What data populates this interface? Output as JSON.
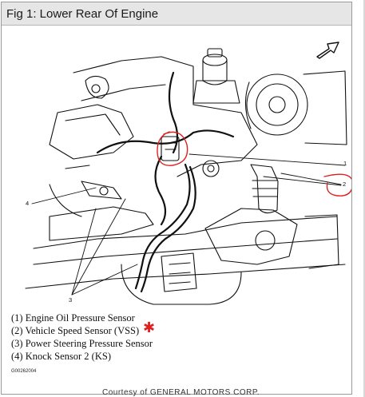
{
  "figure": {
    "title": "Fig 1: Lower Rear Of Engine",
    "credit": "Courtesy of GENERAL MOTORS CORP.",
    "part_code": "G00262004"
  },
  "callouts": [
    "1",
    "2",
    "3",
    "4"
  ],
  "legend": [
    "(1) Engine Oil Pressure Sensor",
    "(2) Vehicle Speed Sensor (VSS)",
    "(3) Power Steering Pressure Sensor",
    "(4) Knock Sensor 2 (KS)"
  ],
  "annotations": {
    "color": "#e0201f",
    "marks": [
      "circle around sensor",
      "circle around callout 2",
      "star next to item 2"
    ]
  }
}
